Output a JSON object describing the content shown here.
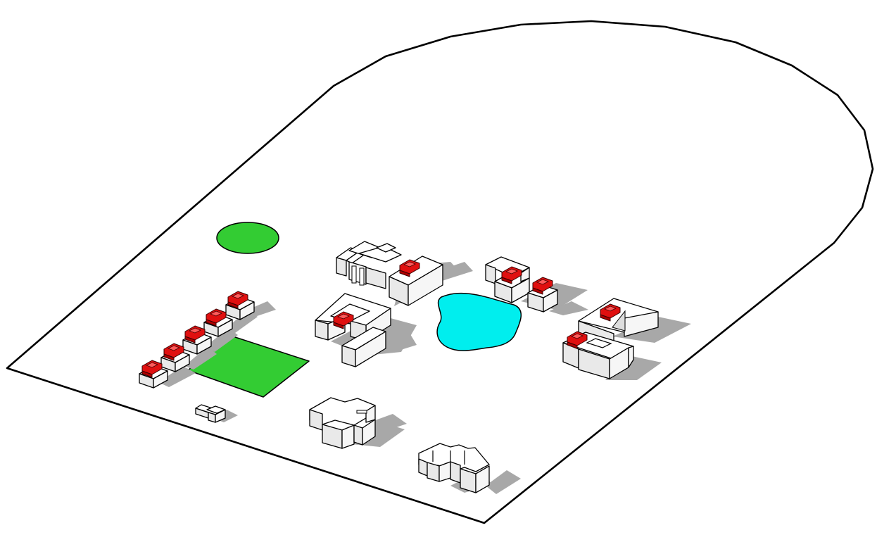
{
  "colors": {
    "ground": "#ffffff",
    "outline": "#000000",
    "grass": "#33cc33",
    "water": "#00eeee",
    "building": "#ffffff",
    "shadow": "#a8a8a8",
    "vehicle": "#dd1111"
  },
  "features": {
    "boundary": "site-boundary",
    "lawn_circle": "green-ellipse",
    "lawn_square": "green-rectangle",
    "pond": "cyan-pond"
  },
  "buildings": [
    {
      "id": "cross-block-north",
      "vehicles": 1
    },
    {
      "id": "u-block-center",
      "vehicles": 1
    },
    {
      "id": "twin-block-east",
      "vehicles": 2
    },
    {
      "id": "ring-block-east",
      "vehicles": 2
    },
    {
      "id": "terrace-row-west",
      "vehicles": 5
    },
    {
      "id": "small-kiosk",
      "vehicles": 0
    },
    {
      "id": "cross-block-south",
      "vehicles": 0
    },
    {
      "id": "comb-block-south",
      "vehicles": 0
    }
  ]
}
